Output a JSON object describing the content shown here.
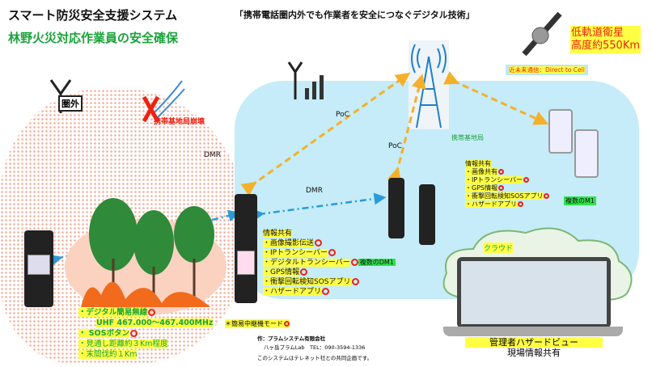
{
  "title": "スマート防災安全支援システム",
  "subtitle": "林野火災対応作業員の安全確保",
  "tagline": "「携帯電話圏内外でも作業者を安全につなぐデジタル技術」",
  "satellite": {
    "line1": "低軌道衛星",
    "line2": "高度約550Km",
    "note": "近未来通信：Direct to Cell"
  },
  "out_of_range": "圏外",
  "base_station_down": "携帯基地局崩壊",
  "base_station": "携帯基地局",
  "links": {
    "dmr1": "DMR",
    "dmr2": "DMR",
    "poc1": "PoC",
    "poc2": "PoC"
  },
  "left_list": {
    "items": [
      "・デジタル簡易無線",
      "UHF 467.000～467.400MHz",
      "・ SOSボタン",
      "・見通し距離約３Km程度",
      "・末間伐約１Km"
    ]
  },
  "relay_mode": "＊簡易中継機モード",
  "center_list": {
    "heading": "情報共有",
    "items": [
      "・画像撮影伝送",
      "・IPトランシーバー",
      "・デジタルトランシーバー",
      "・GPS情報",
      "・衝撃回転検知SOSアプリ",
      "・ハザードアプリ"
    ],
    "tag": "複数のDM1"
  },
  "right_list": {
    "heading": "情報共有",
    "items": [
      "・画像共有",
      "・IPトランシーバー",
      "・GPS情報",
      "・衝撃回転検知SOSアプリ",
      "・ハザードアプリ"
    ],
    "tag": "複数のM1"
  },
  "cloud": "クラウド",
  "laptop": {
    "line1": "管理者ハザードビュー",
    "line2": "現場情報共有"
  },
  "credits": {
    "maker": "作：プラムシステム有限会社",
    "lab": "八ヶ岳プラムLab　TEL：090-3594-1336",
    "joint": "このシステムはテレネット社との共同企画です。"
  },
  "colors": {
    "green": "#1aa33a",
    "blue_area": "#c5ecf8",
    "arrow_orange": "#f5b02a",
    "arrow_blue": "#2a9ad8"
  }
}
